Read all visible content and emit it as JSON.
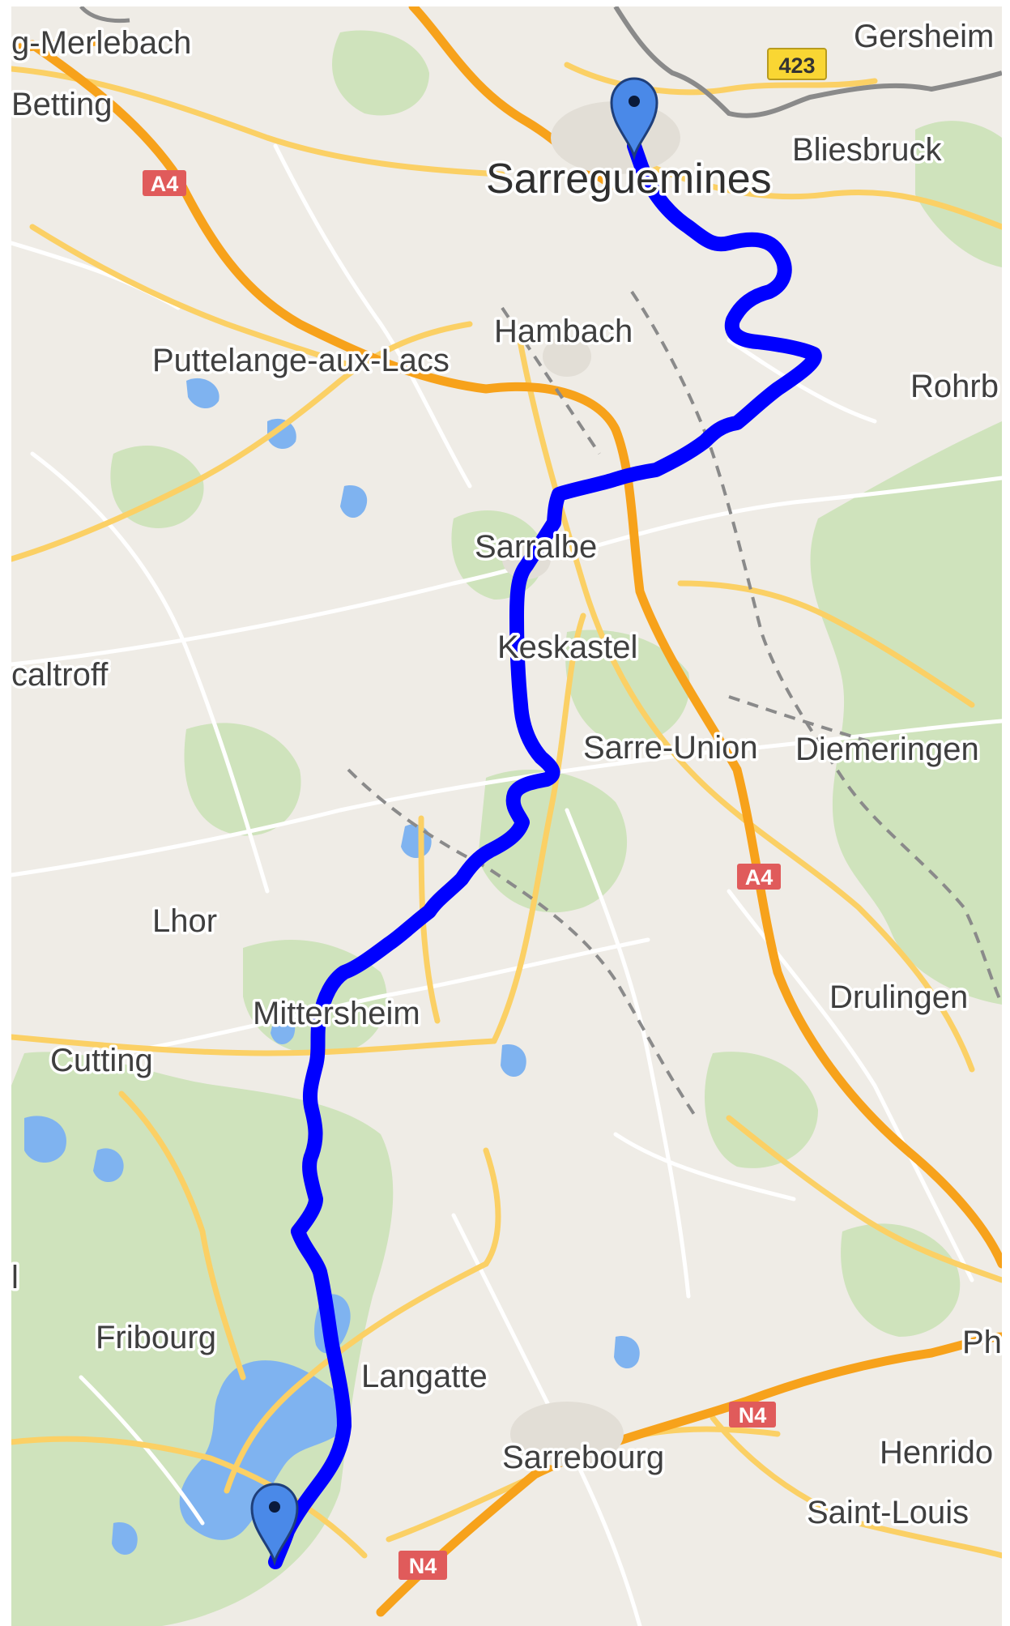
{
  "map": {
    "colors": {
      "land": "#efece6",
      "forest": "#cfe3bc",
      "water": "#7fb3f0",
      "motorway": "#f7a21b",
      "major_road": "#fbd065",
      "minor_road": "#ffffff",
      "border": "#8a8a8a",
      "route": "#0000ff",
      "marker": "#4a89e8",
      "shield_red": "#e05b5b",
      "shield_yellow": "#f9d633"
    },
    "places": {
      "merlebach": "g-Merlebach",
      "betting": "Betting",
      "gersheim": "Gersheim",
      "bliesbruck": "Bliesbruck",
      "sarreguemines": "Sarreguemines",
      "hambach": "Hambach",
      "puttelange": "Puttelange-aux-Lacs",
      "rohrb": "Rohrb",
      "sarralbe": "Sarralbe",
      "keskastel": "Keskastel",
      "caltroff": "caltroff",
      "sarre_union": "Sarre-Union",
      "diemeringen": "Diemeringen",
      "lhor": "Lhor",
      "drulingen": "Drulingen",
      "mittersheim": "Mittersheim",
      "cutting": "Cutting",
      "fribourg": "Fribourg",
      "langatte": "Langatte",
      "ph": "Ph",
      "sarrebourg": "Sarrebourg",
      "henrido": "Henrido",
      "saint_louis": "Saint-Louis",
      "edge_l": "l"
    },
    "road_shields": {
      "a4_north": "A4",
      "a4_east": "A4",
      "n4_east": "N4",
      "n4_south": "N4",
      "d423": "423"
    },
    "markers": {
      "start_icon": "map-pin-icon",
      "end_icon": "map-pin-icon"
    }
  }
}
